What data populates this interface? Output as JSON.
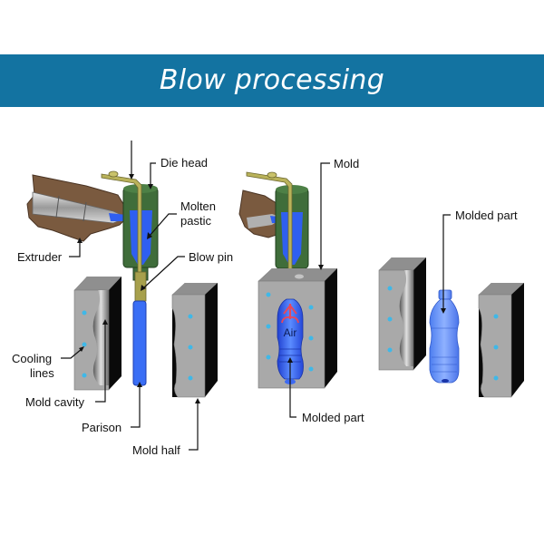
{
  "header": {
    "title": "Blow processing"
  },
  "colors": {
    "banner": "#1373a1",
    "plastic": "#2f5ff0",
    "die_head": "#3f6d3a",
    "blow_pin": "#b9b25a",
    "extruder_body": "#7a5a3f",
    "mold_face": "#a9a9a9",
    "mold_side": "#0a0a0a",
    "cooling_line": "#3fb8e8",
    "air_arrow": "#e8475b"
  },
  "diagram": {
    "stage1": {
      "labels": {
        "die_head": "Die head",
        "molten_plastic": "Molten\npastic",
        "molten_line1": "Molten",
        "molten_line2": "pastic",
        "extruder": "Extruder",
        "blow_pin": "Blow pin",
        "cooling_line1": "Cooling",
        "cooling_line2": "lines",
        "mold_cavity": "Mold cavity",
        "parison": "Parison",
        "mold_half": "Mold half"
      }
    },
    "stage2": {
      "labels": {
        "mold": "Mold",
        "air": "Air",
        "molded_part": "Molded part"
      }
    },
    "stage3": {
      "labels": {
        "molded_part": "Molded part"
      }
    }
  }
}
